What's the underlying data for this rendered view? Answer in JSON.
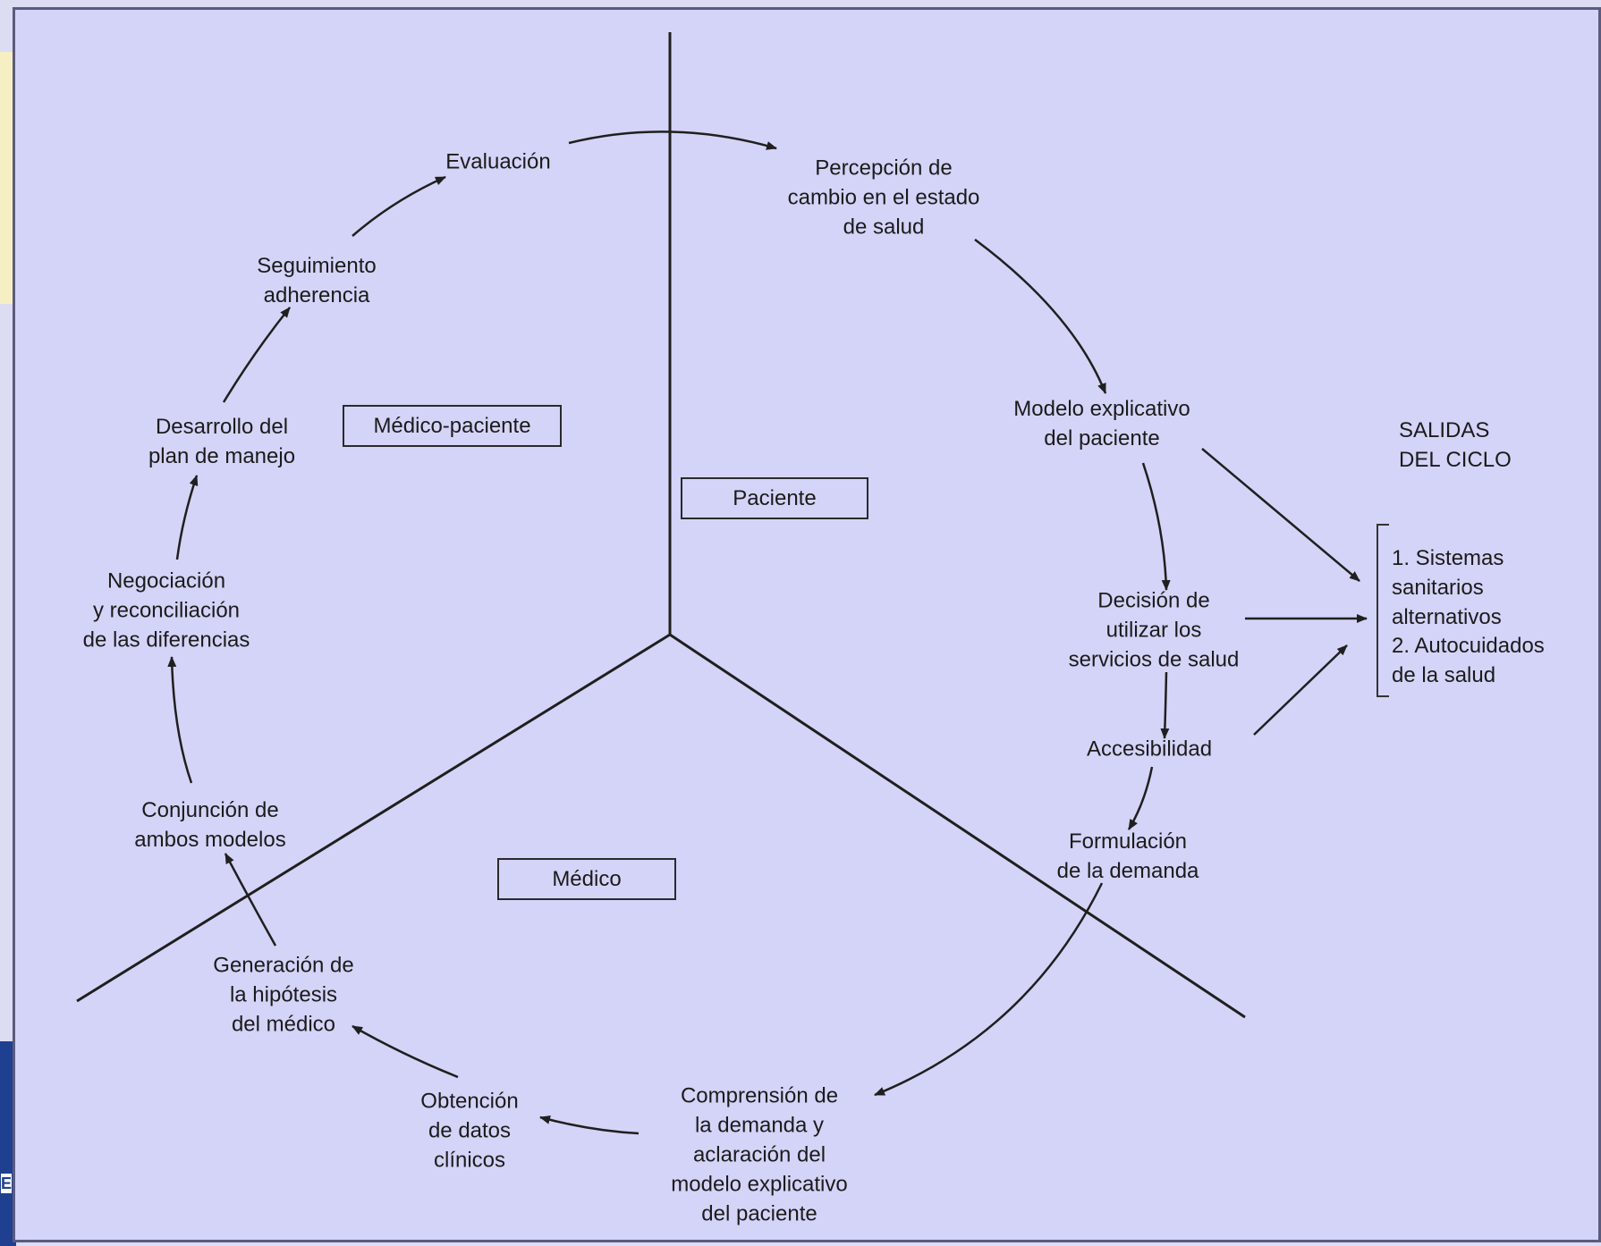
{
  "nodes": {
    "evaluacion": "Evaluación",
    "percepcion": "Percepción de\ncambio en el estado\nde salud",
    "modelo_explicativo": "Modelo explicativo\ndel paciente",
    "decision": "Decisión de\nutilizar los\nservicios de salud",
    "accesibilidad": "Accesibilidad",
    "formulacion": "Formulación\nde la demanda",
    "comprension": "Comprensión de\nla demanda y\naclaración del\nmodelo explicativo\ndel paciente",
    "obtencion": "Obtención\nde datos\nclínicos",
    "generacion": "Generación de\nla hipótesis\ndel médico",
    "conjuncion": "Conjunción de\nambos modelos",
    "negociacion": "Negociación\ny reconciliación\nde las diferencias",
    "desarrollo": "Desarrollo del\nplan de manejo",
    "seguimiento": "Seguimiento\nadherencia"
  },
  "regions": {
    "medico_paciente": "Médico-paciente",
    "paciente": "Paciente",
    "medico": "Médico"
  },
  "salidas": {
    "title": "SALIDAS\nDEL CICLO",
    "items": [
      "1. Sistemas\n    sanitarios\n    alternativos",
      "2. Autocuidados\n    de la salud"
    ]
  },
  "page": {
    "logo_letter": "E"
  },
  "colors": {
    "panel_bg": "#d4d4f8",
    "line": "#1f1f1f",
    "text": "#1b1b1b",
    "logo_blue": "#1f3f91",
    "yellow_tab": "#f6efc4"
  }
}
